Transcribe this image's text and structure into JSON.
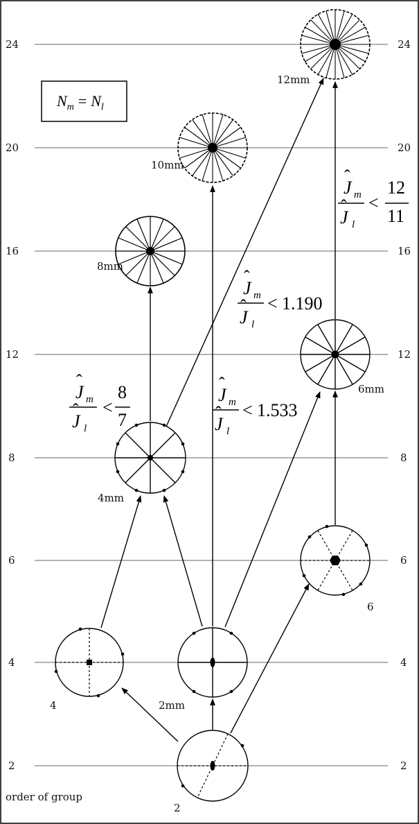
{
  "levels": [
    {
      "label_left": "24",
      "label_right": "24"
    },
    {
      "label_left": "20",
      "label_right": "20"
    },
    {
      "label_left": "16",
      "label_right": "16"
    },
    {
      "label_left": "12",
      "label_right": "12"
    },
    {
      "label_left": "8",
      "label_right": "8"
    },
    {
      "label_left": "6",
      "label_right": "6"
    },
    {
      "label_left": "4",
      "label_right": "4"
    },
    {
      "label_left": "2",
      "label_right": "2"
    }
  ],
  "axis_caption": "order of group",
  "condition_box": {
    "lhs": "N",
    "lhs_sub": "m",
    "eq": "=",
    "rhs": "N",
    "rhs_sub": "l"
  },
  "groups": {
    "g2": "2",
    "g4": "4",
    "g2mm": "2mm",
    "g6": "6",
    "g4mm": "4mm",
    "g6mm": "6mm",
    "g8mm": "8mm",
    "g10mm": "10mm",
    "g12mm": "12mm"
  },
  "ratios": {
    "r4mm": {
      "num_var": "J",
      "num_sub": "m",
      "den_var": "J",
      "den_sub": "l",
      "op": "<",
      "bound_num": "8",
      "bound_den": "7"
    },
    "r6mm": {
      "num_var": "J",
      "num_sub": "m",
      "den_var": "J",
      "den_sub": "l",
      "op": "<",
      "bound": "1.533"
    },
    "r10mm": {
      "num_var": "J",
      "num_sub": "m",
      "den_var": "J",
      "den_sub": "l",
      "op": "<",
      "bound": "1.190"
    },
    "r12mm": {
      "num_var": "J",
      "num_sub": "m",
      "den_var": "J",
      "den_sub": "l",
      "op": "<",
      "bound_num": "12",
      "bound_den": "11"
    }
  }
}
